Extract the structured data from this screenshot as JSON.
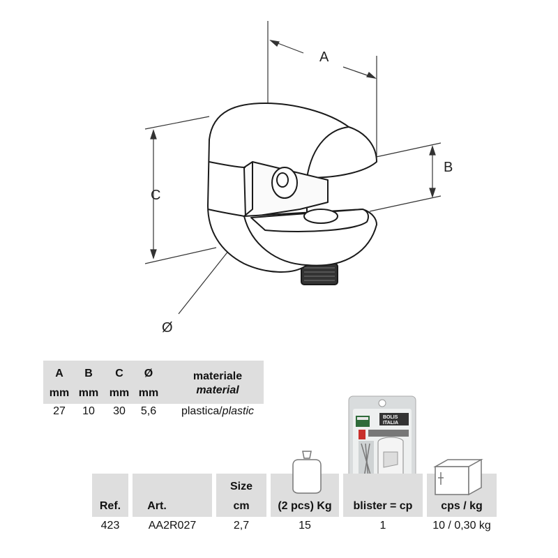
{
  "dimensions": {
    "a_label": "A",
    "b_label": "B",
    "c_label": "C",
    "diameter_label": "Ø"
  },
  "spec_table": {
    "headers": [
      "A",
      "B",
      "C",
      "Ø"
    ],
    "units": [
      "mm",
      "mm",
      "mm",
      "mm"
    ],
    "material_header_it": "materiale",
    "material_header_en": "material",
    "values": [
      "27",
      "10",
      "30",
      "5,6"
    ],
    "material_it": "plastica/",
    "material_en": "plastic"
  },
  "order_table": {
    "ref_header": "Ref.",
    "art_header": "Art.",
    "size_header_top": "Size",
    "size_header_unit": "cm",
    "weight_header": "(2 pcs) Kg",
    "blister_header": "blister = cp",
    "cps_header": "cps / kg",
    "row": {
      "ref": "423",
      "art": "AA2R027",
      "size": "2,7",
      "weight": "15",
      "blister": "1",
      "cps": "10 / 0,30 kg"
    }
  },
  "blister_pack": {
    "brand_line1": "BOLIS",
    "brand_line2": "ITALIA"
  },
  "colors": {
    "header_bg": "#dedede",
    "line": "#1a1a1a",
    "red_logo": "#c9302c"
  }
}
